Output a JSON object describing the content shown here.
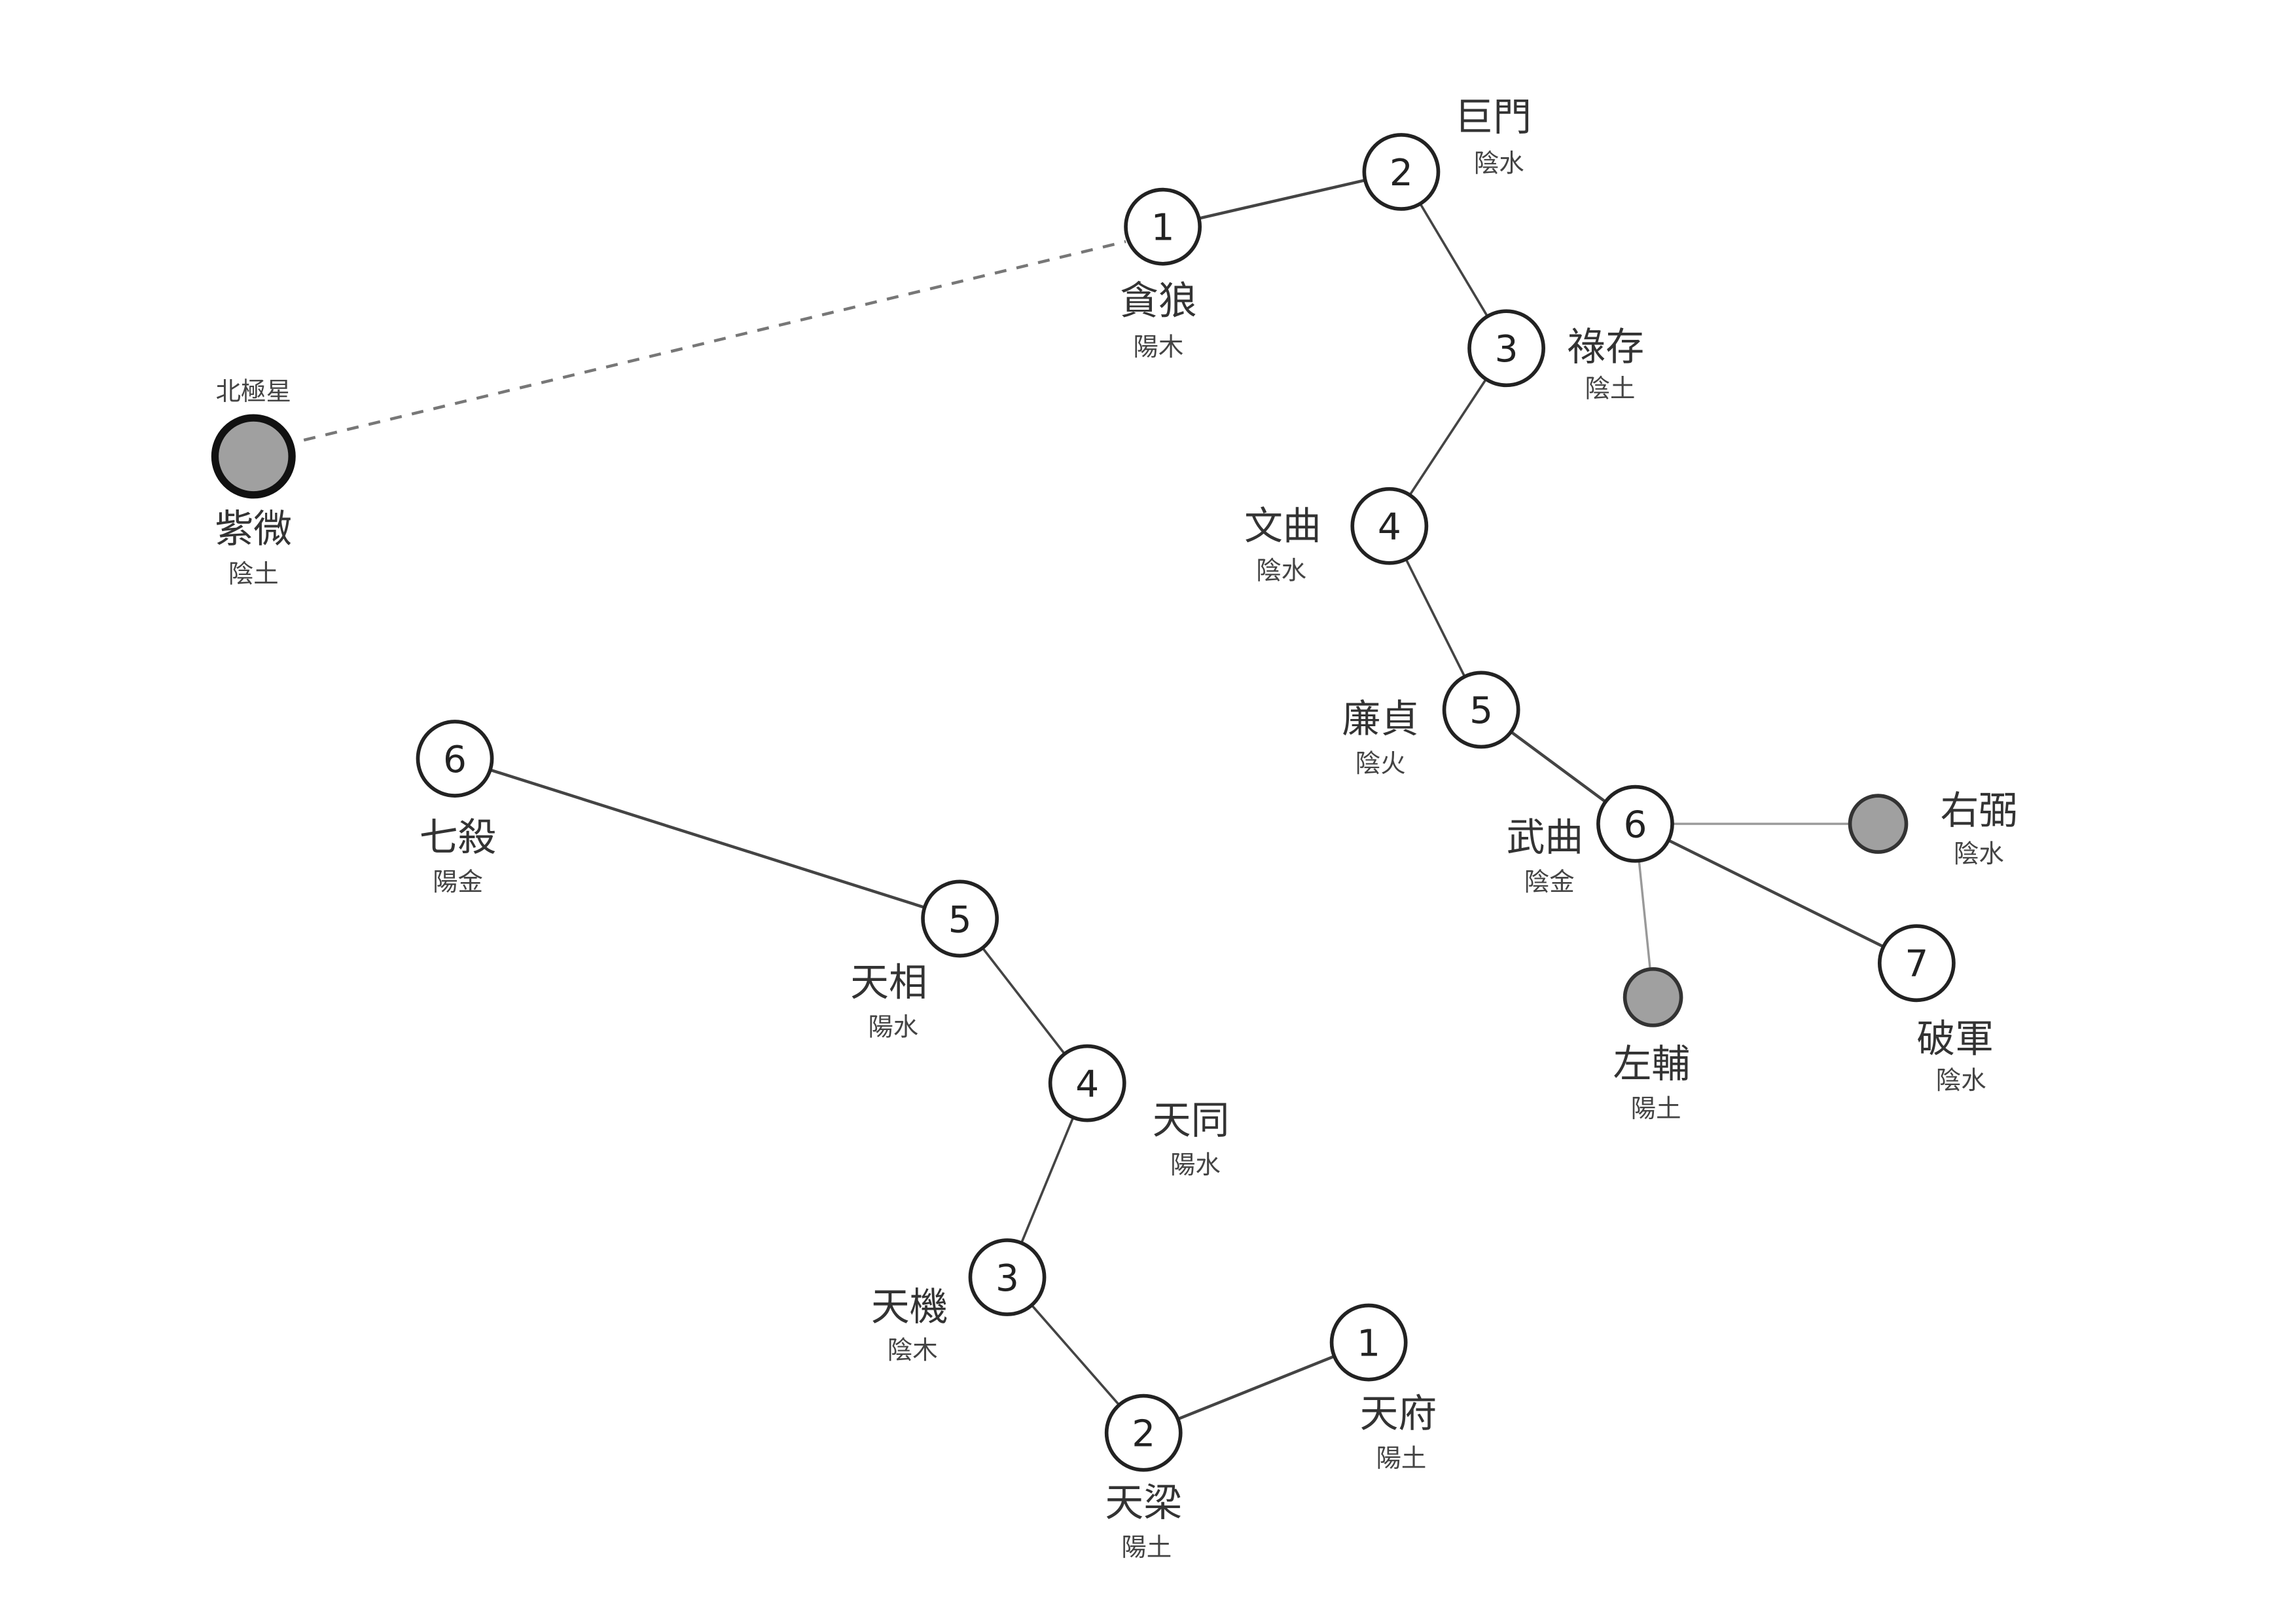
{
  "diagram": {
    "polaris": {
      "label": "北極星",
      "name": "紫微",
      "attr": "陰土"
    },
    "north_dipper": [
      {
        "num": "1",
        "name": "貪狼",
        "attr": "陽木"
      },
      {
        "num": "2",
        "name": "巨門",
        "attr": "陰水"
      },
      {
        "num": "3",
        "name": "祿存",
        "attr": "陰土"
      },
      {
        "num": "4",
        "name": "文曲",
        "attr": "陰水"
      },
      {
        "num": "5",
        "name": "廉貞",
        "attr": "陰火"
      },
      {
        "num": "6",
        "name": "武曲",
        "attr": "陰金"
      },
      {
        "num": "7",
        "name": "破軍",
        "attr": "陰水"
      }
    ],
    "assistants": [
      {
        "name": "右弼",
        "attr": "陰水"
      },
      {
        "name": "左輔",
        "attr": "陽土"
      }
    ],
    "south_dipper": [
      {
        "num": "1",
        "name": "天府",
        "attr": "陽土"
      },
      {
        "num": "2",
        "name": "天梁",
        "attr": "陽土"
      },
      {
        "num": "3",
        "name": "天機",
        "attr": "陰木"
      },
      {
        "num": "4",
        "name": "天同",
        "attr": "陽水"
      },
      {
        "num": "5",
        "name": "天相",
        "attr": "陽水"
      },
      {
        "num": "6",
        "name": "七殺",
        "attr": "陽金"
      }
    ],
    "colors": {
      "line": "#444444",
      "node_fill": "#ffffff",
      "special_fill": "#a0a0a0",
      "text": "#333333"
    }
  }
}
